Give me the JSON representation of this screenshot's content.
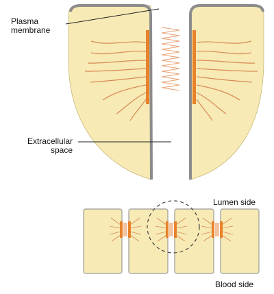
{
  "labels": {
    "plasma_membrane": [
      "Plasma",
      "membrane"
    ],
    "extracellular_space": [
      "Extracellular",
      "space"
    ],
    "lumen_side": "Lumen side",
    "blood_side": "Blood side"
  },
  "colors": {
    "cytoplasm": "#f7eab4",
    "membrane": "#8c8c8c",
    "junction_band": "#e8822a",
    "fibers": "#d88a55",
    "junction_strands": "#e9a070",
    "pointer_line": "#222222",
    "dashed_circle": "#444444"
  }
}
